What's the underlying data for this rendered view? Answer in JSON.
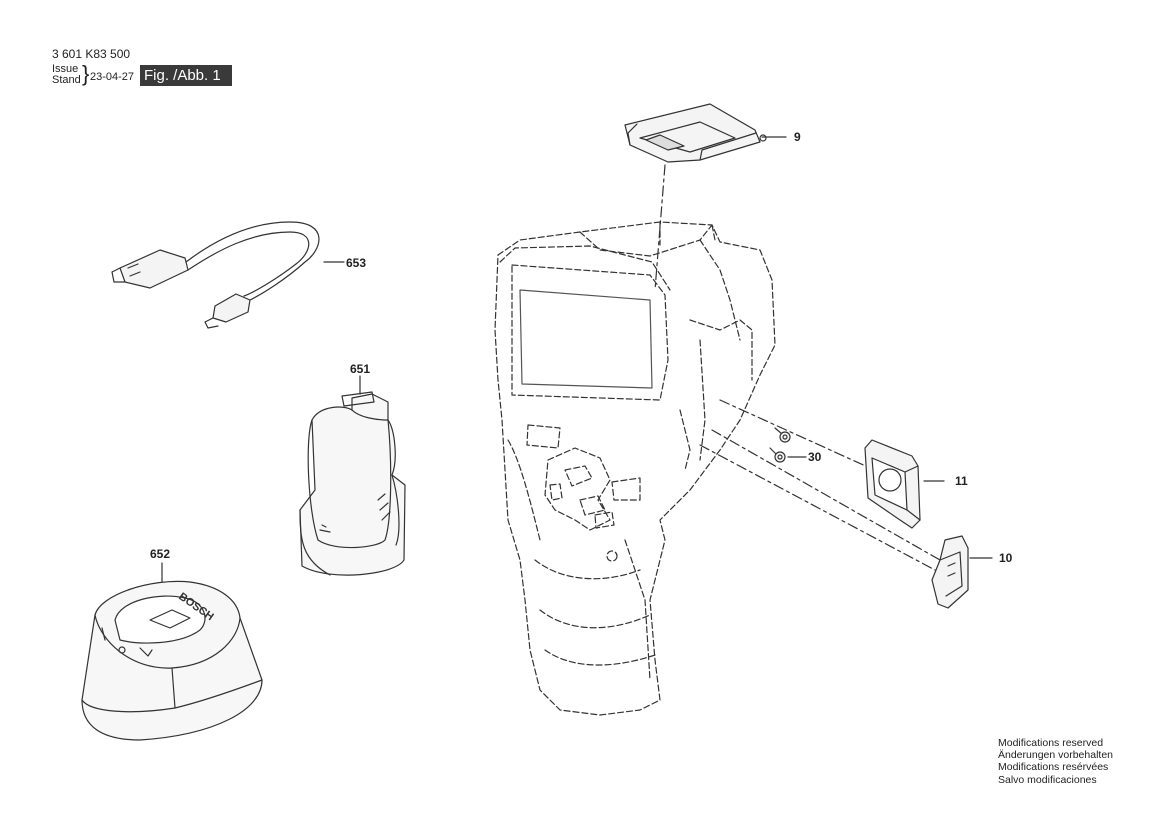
{
  "header": {
    "part_number": "3 601 K83 500",
    "issue_label": "Issue",
    "stand_label": "Stand",
    "date": "23-04-27",
    "figure_label": "Fig. /Abb. 1"
  },
  "callouts": {
    "p9": "9",
    "p653": "653",
    "p651": "651",
    "p30": "30",
    "p11": "11",
    "p10": "10",
    "p652": "652"
  },
  "charger_brand": "BOSCH",
  "footer": {
    "line1": "Modifications reserved",
    "line2": "Änderungen vorbehalten",
    "line3": "Modifications resérvées",
    "line4": "Salvo modificaciones"
  }
}
